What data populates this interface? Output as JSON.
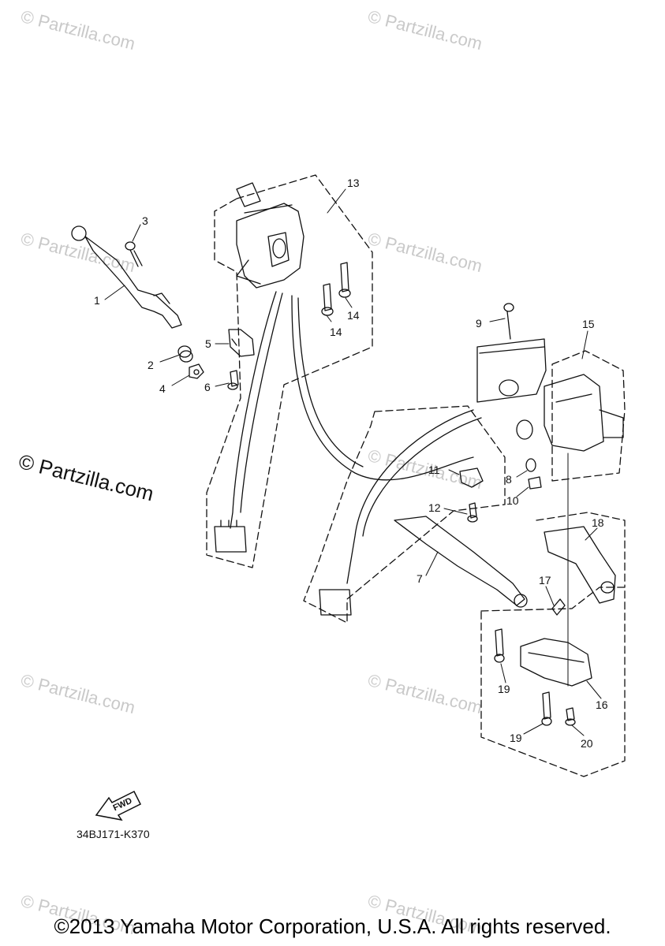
{
  "watermark": "© Partzilla.com",
  "watermark_main": "© Partzilla.com",
  "callouts": [
    "1",
    "2",
    "3",
    "4",
    "5",
    "6",
    "7",
    "8",
    "9",
    "10",
    "11",
    "12",
    "13",
    "14",
    "14",
    "15",
    "16",
    "17",
    "18",
    "19",
    "19",
    "20"
  ],
  "fwd_label": "FWD",
  "diagram_code": "34BJ171-K370",
  "copyright": "©2013 Yamaha Motor Corporation, U.S.A. All rights reserved."
}
